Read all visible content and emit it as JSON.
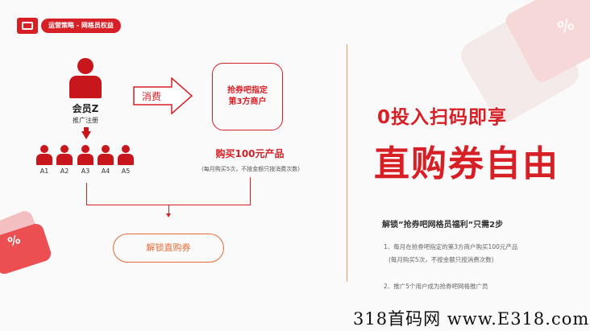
{
  "header": {
    "tag": "运营策略 - 网格员权益"
  },
  "member": {
    "name": "会员Z",
    "sub": "推广注册"
  },
  "sub_members": [
    "A1",
    "A2",
    "A3",
    "A4",
    "A5"
  ],
  "flow": {
    "consume_label": "消费",
    "merchant_line1": "抢券吧指定",
    "merchant_line2": "第3方商户",
    "buy_label": "购买100元产品",
    "buy_note": "(每月购买5次，不按金额只按消费次数)",
    "unlock_button": "解锁直购券"
  },
  "headline": {
    "line1": "0投入扫码即享",
    "line2": "直购券自由"
  },
  "steps": {
    "title": "解锁”抢券吧网格员福利”只需2步",
    "item1": "1、每月在抢券吧指定的第3方商户购买100元产品",
    "item1_note": "(每月购买5次，不按金额只按消费次数)",
    "item2": "2、推广5个用户成为抢券吧网格推广员"
  },
  "watermark": "318首码网 www.E318.com",
  "decor": {
    "percent": "%"
  },
  "colors": {
    "accent": "#d71f26",
    "orange": "#e36b36"
  }
}
